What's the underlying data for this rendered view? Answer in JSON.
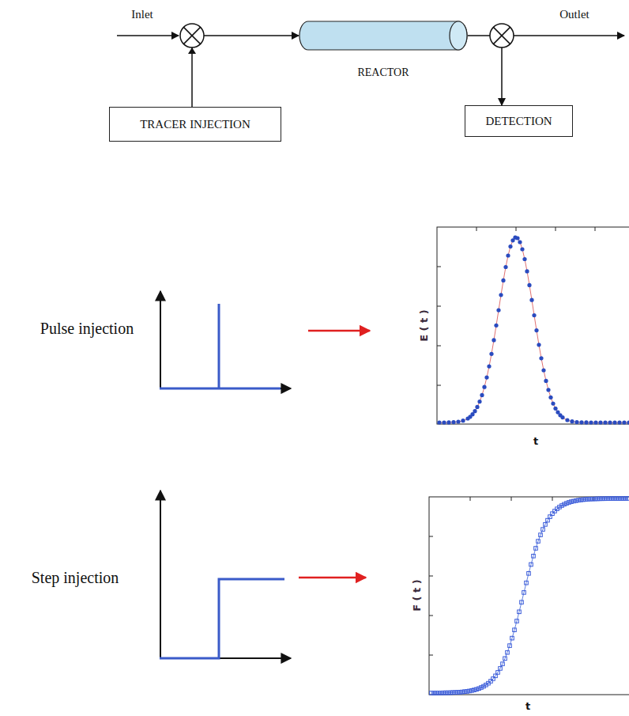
{
  "diagram": {
    "nodes": [
      {
        "text": [
          "TRACER INJECTION"
        ]
      },
      {
        "text": [
          "REACTOR"
        ]
      },
      {
        "text": [
          "DETECTION"
        ]
      }
    ],
    "edges": [
      {
        "from": 0,
        "to": 1,
        "arrow": "to"
      },
      {
        "from": 1,
        "to": 2,
        "arrow": "to"
      }
    ],
    "labels": [
      "Inlet",
      "Outlet",
      "Pulse injection",
      "E ( t )",
      "t",
      "Step injection",
      "F ( t )",
      "t"
    ]
  }
}
